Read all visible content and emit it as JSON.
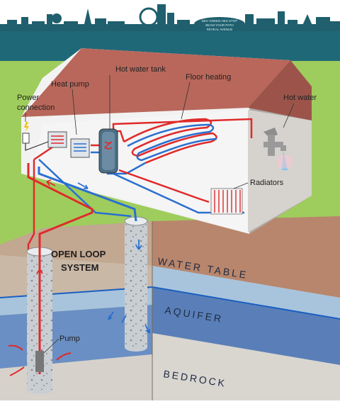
{
  "skyline_sign": [
    "DEV GREEN HES STOP",
    "BEAM YOUR PATH",
    "REVEAL AVENUE"
  ],
  "labels": {
    "power_line1": "Power",
    "power_line2": "connection",
    "heat_pump": "Heat pump",
    "hot_water_tank": "Hot water tank",
    "floor_heating": "Floor heating",
    "hot_water": "Hot water",
    "radiators": "Radiators",
    "system_line1": "OPEN LOOP",
    "system_line2": "SYSTEM",
    "pump": "Pump",
    "water_table": "WATER TABLE",
    "aquifer": "AQUIFER",
    "bedrock": "BEDROCK"
  },
  "colors": {
    "hot_pipe": "#e02a2a",
    "cold_pipe": "#2a6fd0",
    "skyline": "#1f5f6e",
    "roof": "#b5665a",
    "grass": "#9bc95a",
    "aquifer": "#5a7fb8",
    "water_table_band": "#a8c4dc",
    "bedrock": "#d9d6d0"
  }
}
